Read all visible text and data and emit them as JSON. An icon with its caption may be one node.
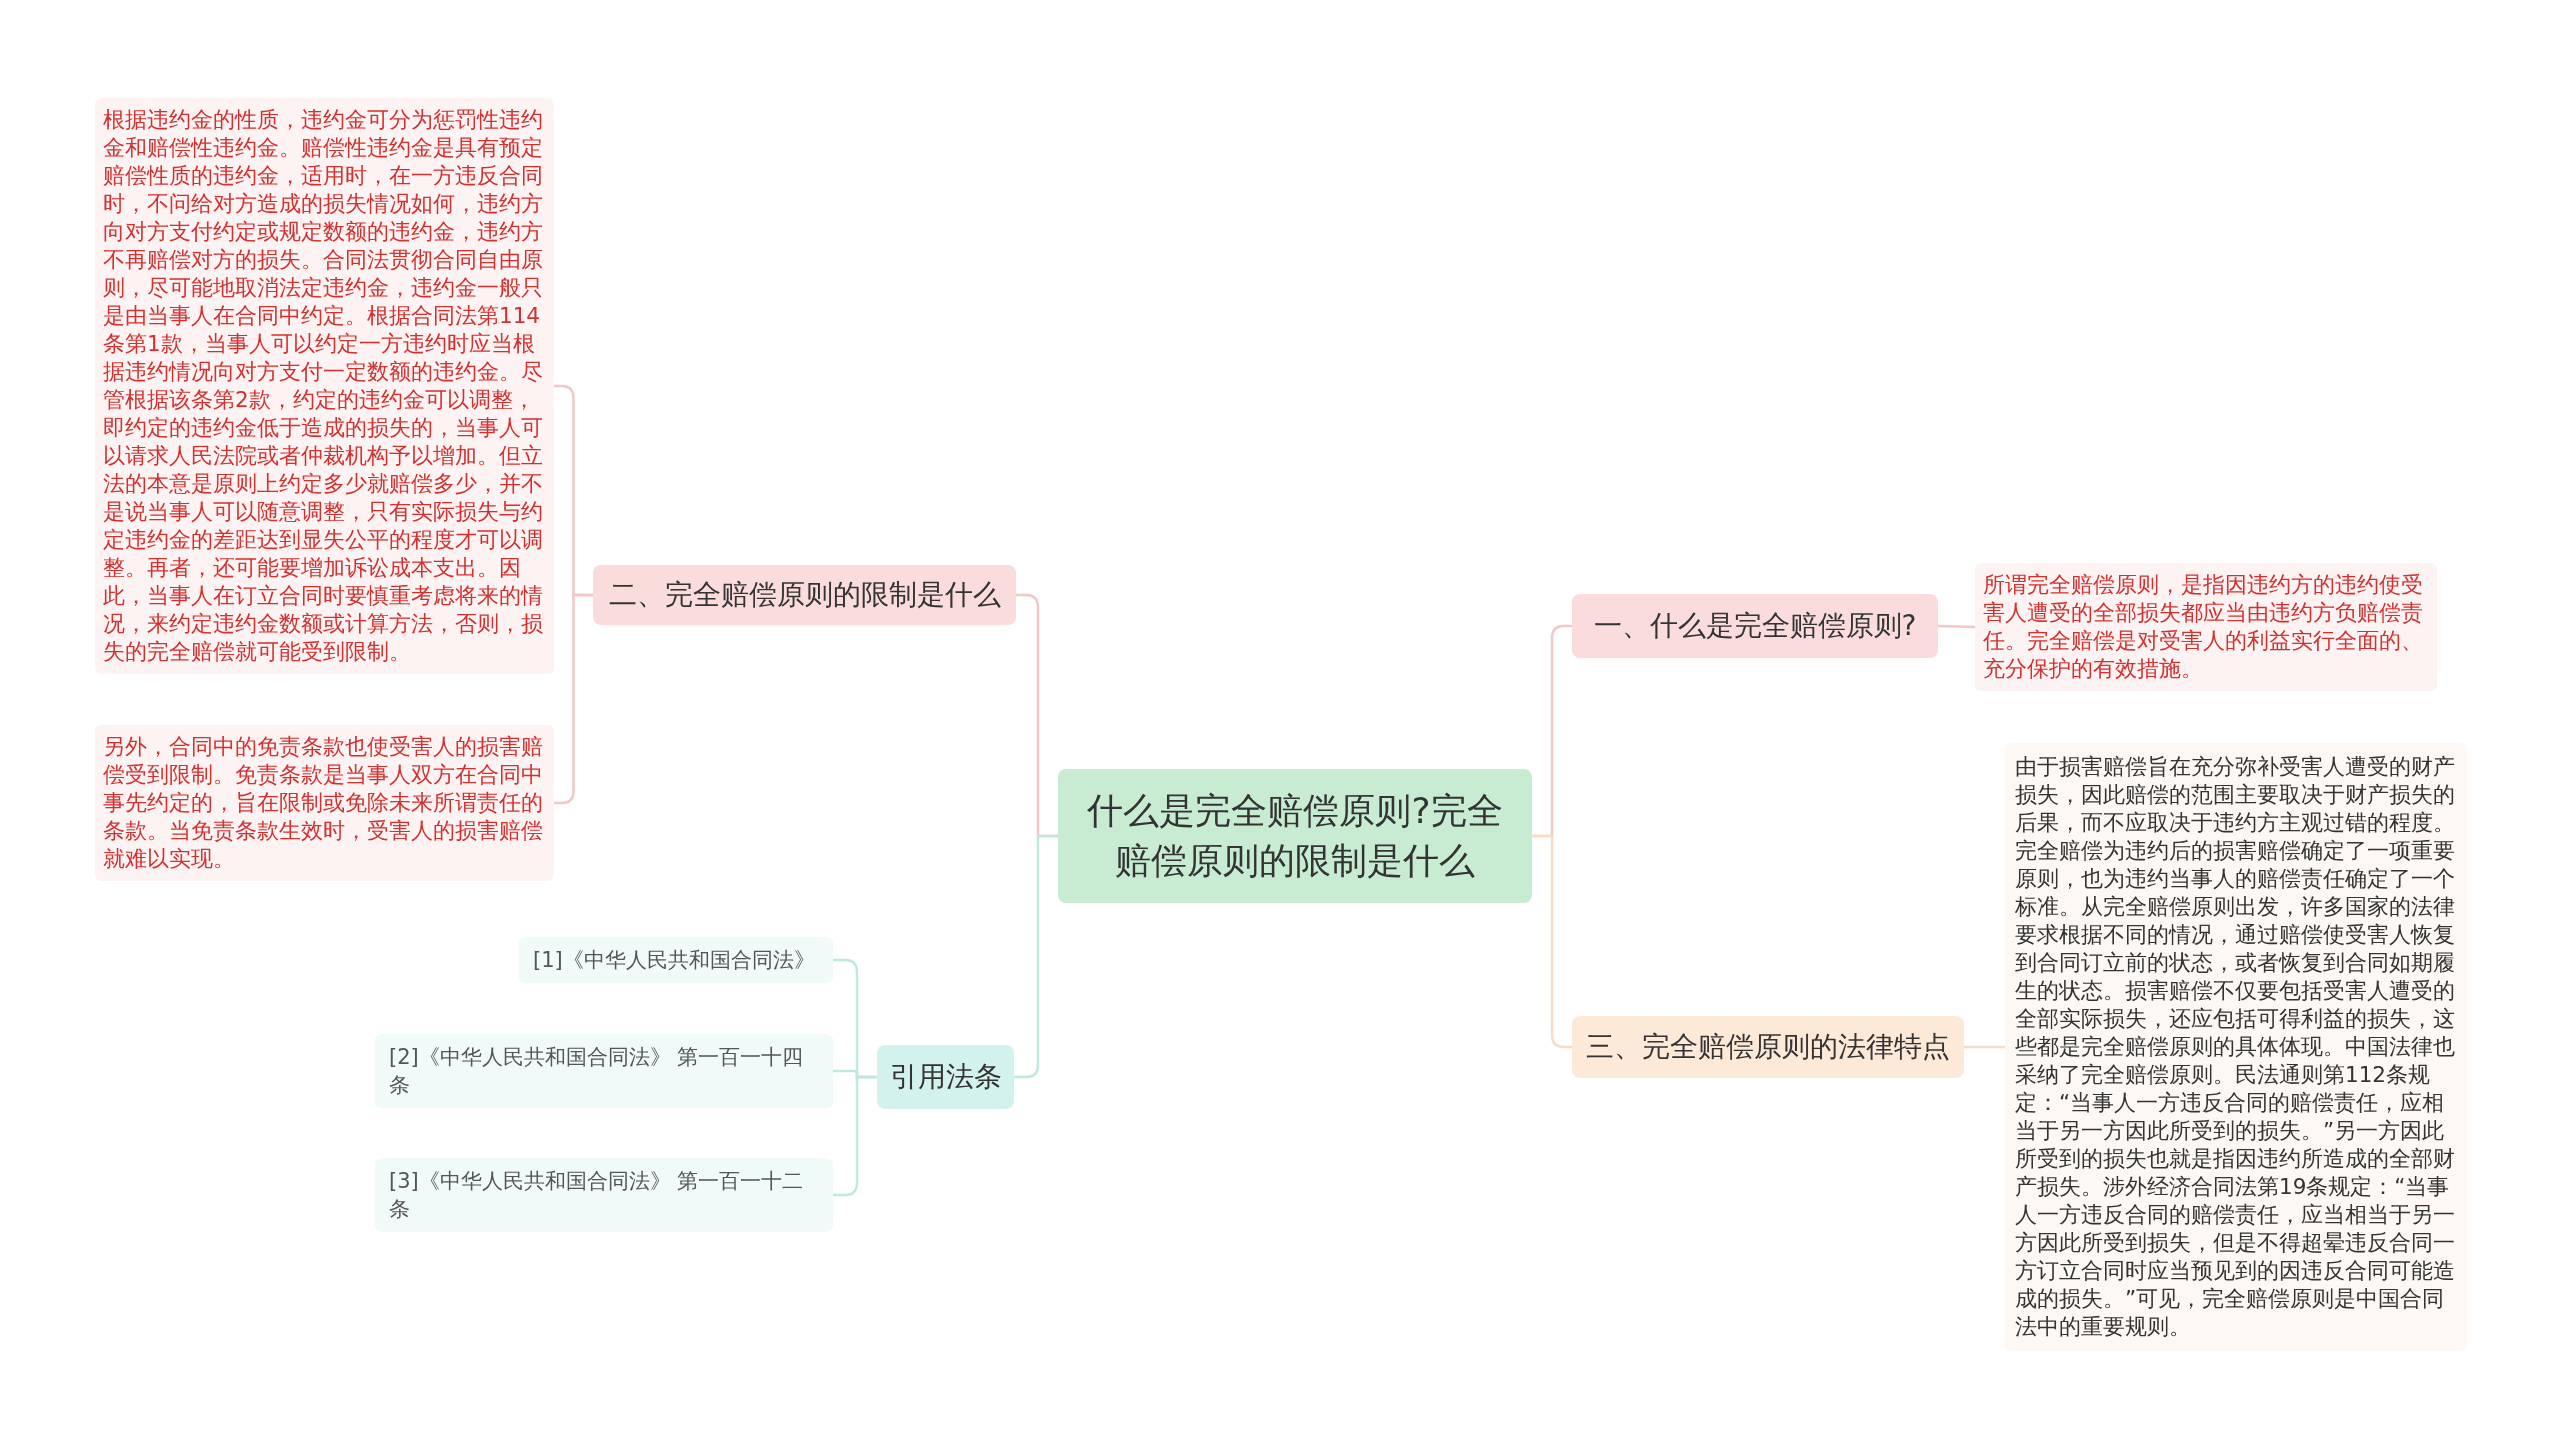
{
  "diagram": {
    "nodes": [
      {
        "text": [
          "什么是完全赔偿原则?完全赔偿原则的限制是什么"
        ]
      },
      {
        "text": [
          "二、完全赔偿原则的限制是什么"
        ]
      },
      {
        "text": [
          "根据违约金的性质，违约金可分为惩罚性违约金和赔偿性违约金。赔偿性违约金是具有预定赔偿性质的违约金，适用时，在一方违反合同时，不问给对方造成的损失情况如何，违约方向对方支付约定或规定数额的违约金，违约方不再赔偿对方的损失。合同法贯彻合同自由原则，尽可能地取消法定违约金，违约金一般只是由当事人在合同中约定。根据合同法第114条第1款，当事人可以约定一方违约时应当根据违约情况向对方支付一定数额的违约金。尽管根据该条第2款，约定的违约金可以调整，即约定的违约金低于造成的损失的，当事人可以请求人民法院或者仲裁机构予以增加。但立法的本意是原则上约定多少就赔偿多少，并不是说当事人可以随意调整，只有实际损失与约定违约金的差距达到显失公平的程度才可以调整。再者，还可能要增加诉讼成本支出。因此，当事人在订立合同时要慎重考虑将来的情况，来约定违约金数额或计算方法，否则，损失的完全赔偿就可能受到限制。"
        ]
      },
      {
        "text": [
          "另外，合同中的免责条款也使受害人的损害赔偿受到限制。免责条款是当事人双方在合同中事先约定的，旨在限制或免除未来所谓责任的条款。当免责条款生效时，受害人的损害赔偿就难以实现。"
        ]
      },
      {
        "text": [
          "引用法条"
        ]
      },
      {
        "text": [
          "[1]《中华人民共和国合同法》"
        ]
      },
      {
        "text": [
          "[2]《中华人民共和国合同法》 第一百一十四条"
        ]
      },
      {
        "text": [
          "[3]《中华人民共和国合同法》 第一百一十二条"
        ]
      },
      {
        "text": [
          "一、什么是完全赔偿原则?"
        ]
      },
      {
        "text": [
          "所谓完全赔偿原则，是指因违约方的违约使受害人遭受的全部损失都应当由违约方负赔偿责任。完全赔偿是对受害人的利益实行全面的、充分保护的有效措施。"
        ]
      },
      {
        "text": [
          "三、完全赔偿原则的法律特点"
        ]
      },
      {
        "text": [
          "由于损害赔偿旨在充分弥补受害人遭受的财产损失，因此赔偿的范围主要取决于财产损失的后果，而不应取决于违约方主观过错的程度。完全赔偿为违约后的损害赔偿确定了一项重要原则，也为违约当事人的赔偿责任确定了一个标准。从完全赔偿原则出发，许多国家的法律要求根据不同的情况，通过赔偿使受害人恢复到合同订立前的状态，或者恢复到合同如期履生的状态。损害赔偿不仅要包括受害人遭受的全部实际损失，还应包括可得利益的损失，这些都是完全赔偿原则的具体体现。中国法律也采纳了完全赔偿原则。民法通则第112条规定：“当事人一方违反合同的赔偿责任，应相当于另一方因此所受到的损失。”另一方因此所受到的损失也就是指因违约所造成的全部财产损失。涉外经济合同法第19条规定：“当事人一方违反合同的赔偿责任，应当相当于另一方因此所受到损失，但是不得超晕违反合同一方订立合同时应当预见到的因违反合同可能造成的损失。”可见，完全赔偿原则是中国合同法中的重要规则。"
        ]
      }
    ],
    "edges": [
      {
        "from": 0,
        "to": 1,
        "arrow": "none"
      },
      {
        "from": 1,
        "to": 2,
        "arrow": "none"
      },
      {
        "from": 1,
        "to": 3,
        "arrow": "none"
      },
      {
        "from": 0,
        "to": 4,
        "arrow": "none",
        "color": "#bfe8e1"
      },
      {
        "from": 4,
        "to": 5,
        "arrow": "none",
        "color": "#bfe8e1"
      },
      {
        "from": 4,
        "to": 6,
        "arrow": "none",
        "color": "#bfe8e1"
      },
      {
        "from": 4,
        "to": 7,
        "arrow": "none",
        "color": "#bfe8e1"
      },
      {
        "from": 0,
        "to": 8,
        "arrow": "none"
      },
      {
        "from": 8,
        "to": 9,
        "arrow": "none"
      },
      {
        "from": 0,
        "to": 10,
        "arrow": "none",
        "color": "#f9dcc4"
      },
      {
        "from": 10,
        "to": 11,
        "arrow": "none",
        "color": "#f9dcc4"
      }
    ]
  }
}
